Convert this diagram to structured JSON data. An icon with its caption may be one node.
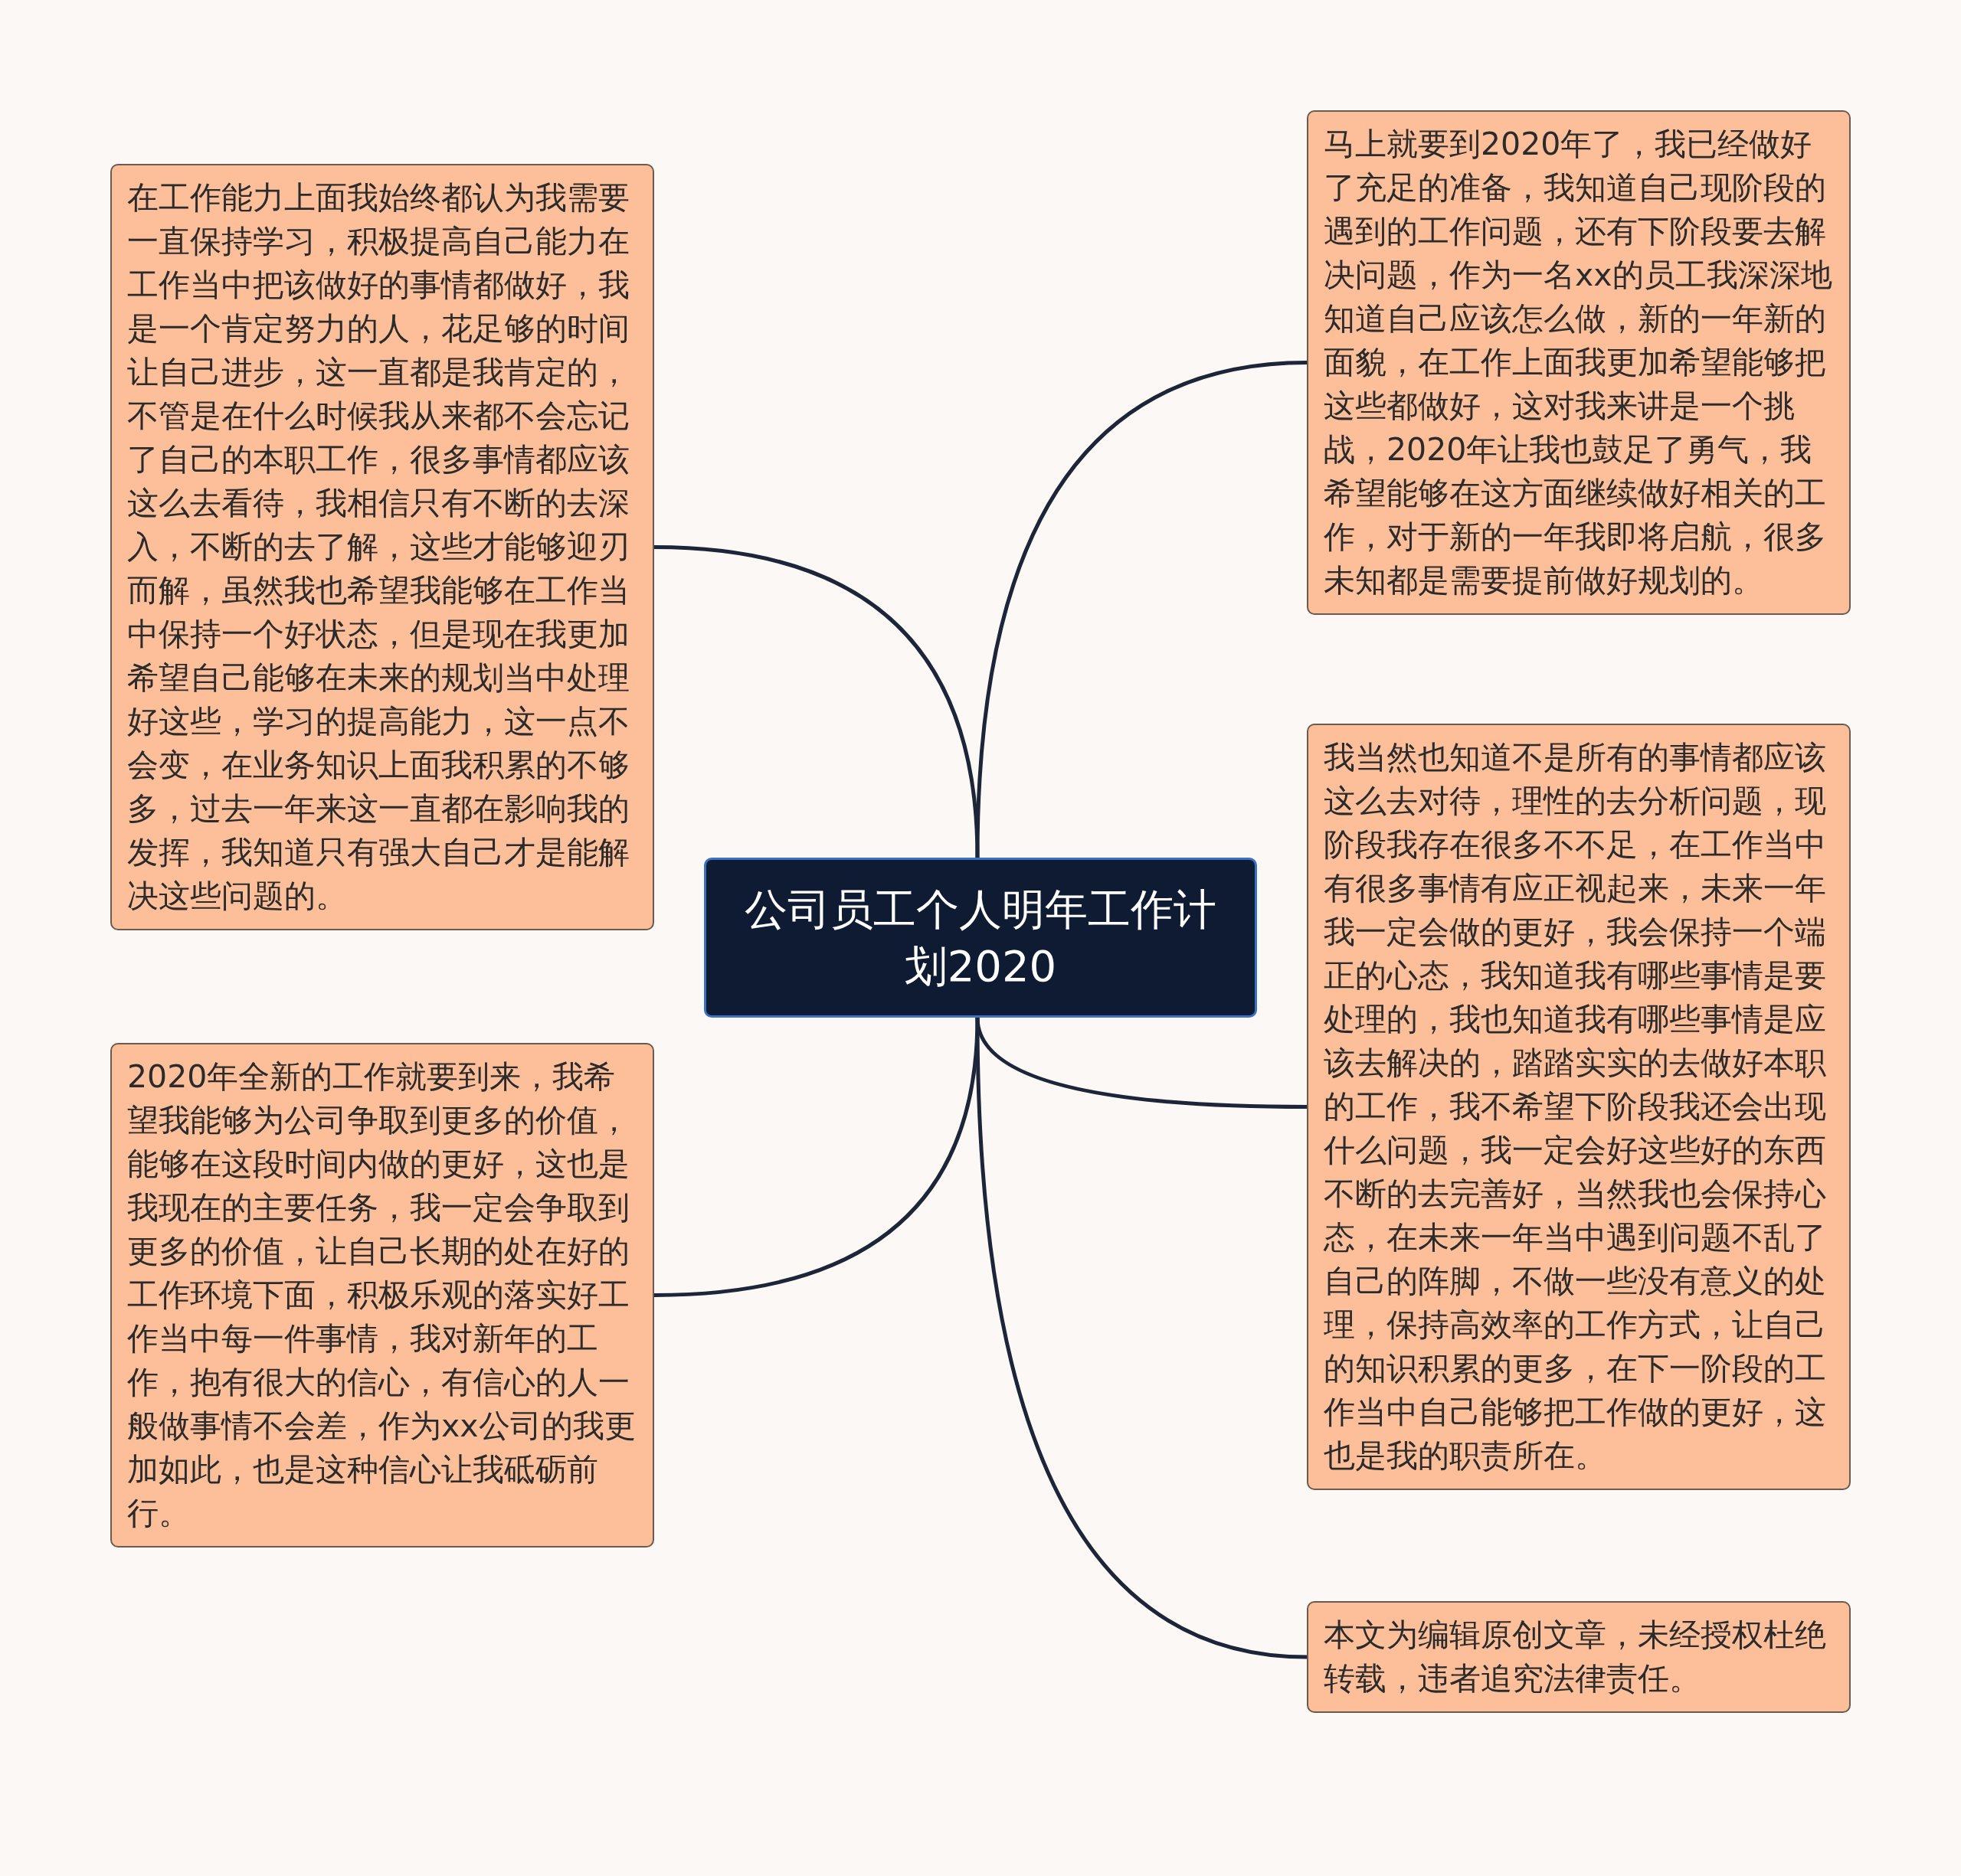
{
  "diagram": {
    "nodes": [
      {
        "text": [
          "公司员工个人明年工作计划2020"
        ]
      },
      {
        "text": [
          "在工作能力上面我始终都认为我需要一直保持学习，积极提高自己能力在工作当中把该做好的事情都做好，我是一个肯定努力的人，花足够的时间让自己进步，这一直都是我肯定的，不管是在什么时候我从来都不会忘记了自己的本职工作，很多事情都应该这么去看待，我相信只有不断的去深入，不断的去了解，这些才能够迎刃而解，虽然我也希望我能够在工作当中保持一个好状态，但是现在我更加希望自己能够在未来的规划当中处理好这些，学习的提高能力，这一点不会变，在业务知识上面我积累的不够多，过去一年来这一直都在影响我的发挥，我知道只有强大自己才是能解决这些问题的。"
        ]
      },
      {
        "text": [
          "2020年全新的工作就要到来，我希望我能够为公司争取到更多的价值，能够在这段时间内做的更好，这也是我现在的主要任务，我一定会争取到更多的价值，让自己长期的处在好的工作环境下面，积极乐观的落实好工作当中每一件事情，我对新年的工作，抱有很大的信心，有信心的人一般做事情不会差，作为xx公司的我更加如此，也是这种信心让我砥砺前行。"
        ]
      },
      {
        "text": [
          "马上就要到2020年了，我已经做好了充足的准备，我知道自己现阶段的遇到的工作问题，还有下阶段要去解决问题，作为一名xx的员工我深深地知道自己应该怎么做，新的一年新的面貌，在工作上面我更加希望能够把这些都做好，这对我来讲是一个挑战，2020年让我也鼓足了勇气，我希望能够在这方面继续做好相关的工作，对于新的一年我即将启航，很多未知都是需要提前做好规划的。"
        ]
      },
      {
        "text": [
          "我当然也知道不是所有的事情都应该这么去对待，理性的去分析问题，现阶段我存在很多不不足，在工作当中有很多事情有应正视起来，未来一年我一定会做的更好，我会保持一个端正的心态，我知道我有哪些事情是要处理的，我也知道我有哪些事情是应该去解决的，踏踏实实的去做好本职的工作，我不希望下阶段我还会出现什么问题，我一定会好这些好的东西不断的去完善好，当然我也会保持心态，在未来一年当中遇到问题不乱了自己的阵脚，不做一些没有意义的处理，保持高效率的工作方式，让自己的知识积累的更多，在下一阶段的工作当中自己能够把工作做的更好，这也是我的职责所在。"
        ]
      },
      {
        "text": [
          "本文为编辑原创文章，未经授权杜绝转载，违者追究法律责任。"
        ]
      }
    ],
    "edges": [
      {
        "from": 0,
        "to": 1,
        "arrow": "none"
      },
      {
        "from": 0,
        "to": 2,
        "arrow": "none"
      },
      {
        "from": 0,
        "to": 3,
        "arrow": "none"
      },
      {
        "from": 0,
        "to": 4,
        "arrow": "none"
      },
      {
        "from": 0,
        "to": 5,
        "arrow": "none"
      }
    ]
  }
}
